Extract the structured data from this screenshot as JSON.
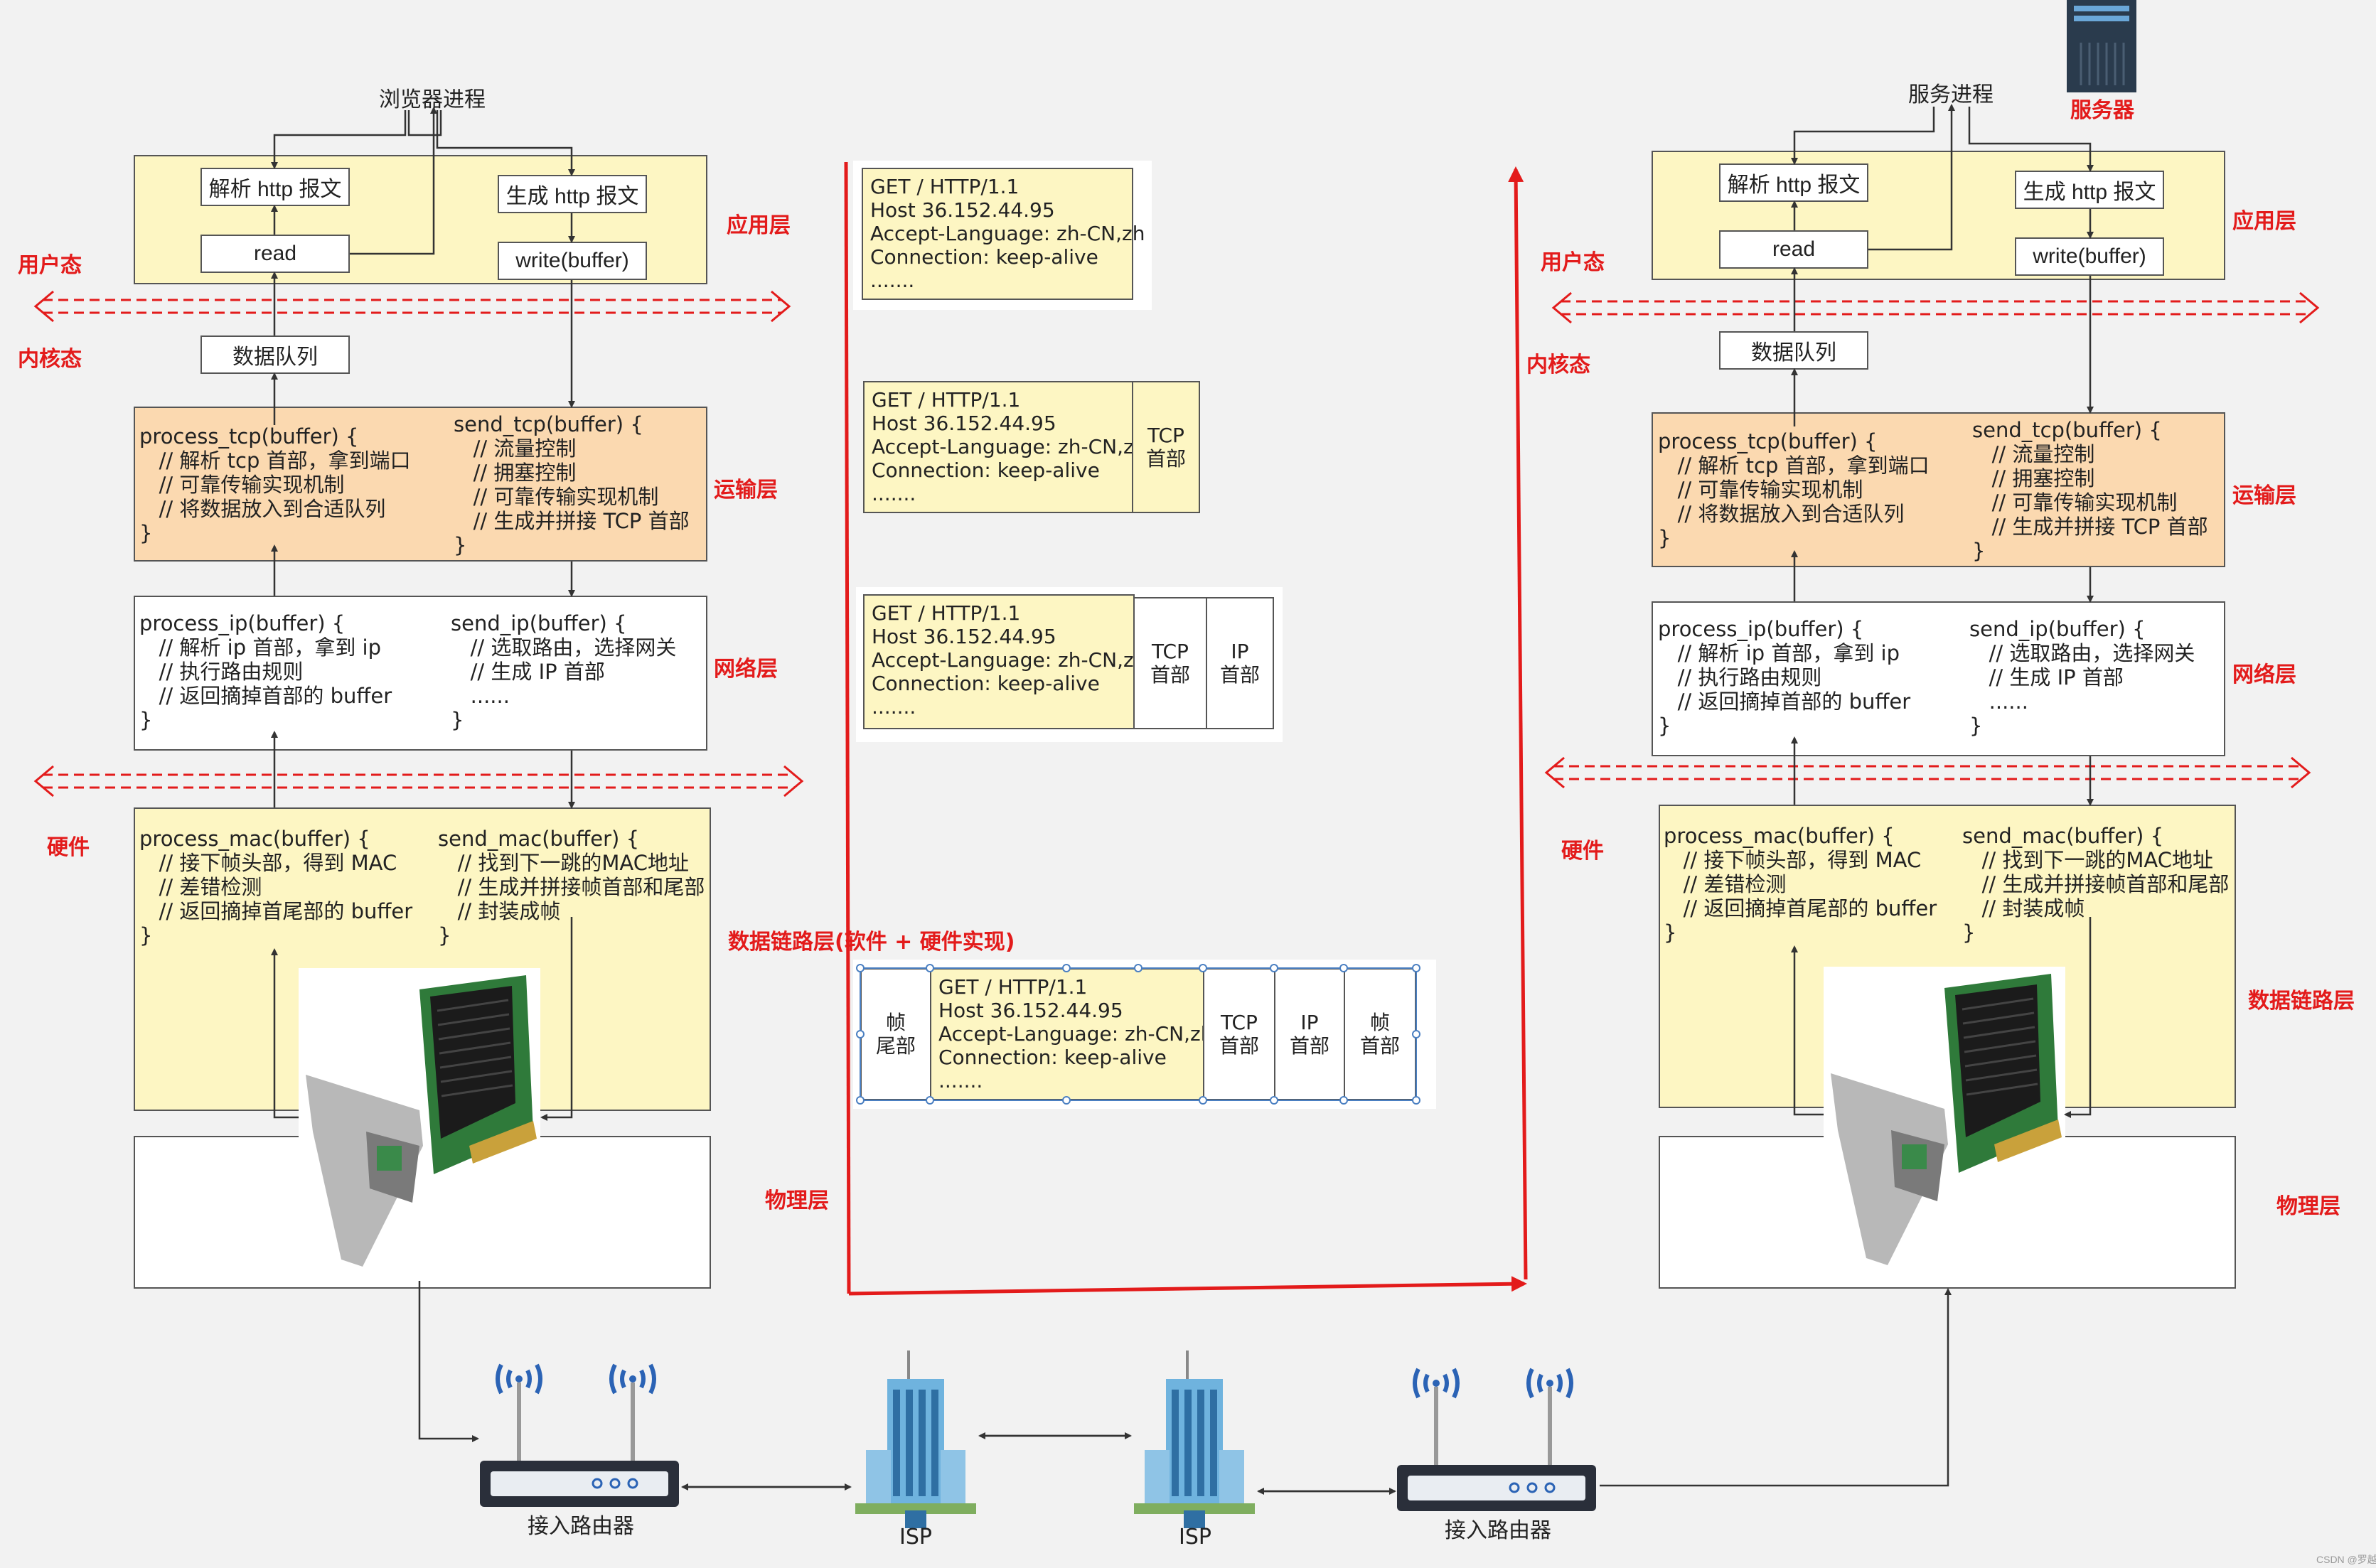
{
  "labels": {
    "user_mode": "用户态",
    "kernel_mode": "内核态",
    "hardware": "硬件",
    "app_layer": "应用层",
    "transport_layer": "运输层",
    "network_layer": "网络层",
    "datalink_layer_left": "数据链路层(软件 + 硬件实现)",
    "datalink_layer_right": "数据链路层",
    "physical_layer": "物理层",
    "server": "服务器",
    "watermark": "CSDN @罗越"
  },
  "left": {
    "process_title": "浏览器进程",
    "parse_http": "解析 http 报文",
    "gen_http": "生成 http 报文",
    "read": "read",
    "write": "write(buffer)",
    "data_queue": "数据队列",
    "tcp_recv": "process_tcp(buffer) {\n   // 解析 tcp 首部，拿到端口\n   // 可靠传输实现机制\n   // 将数据放入到合适队列\n}",
    "tcp_send": "send_tcp(buffer) {\n   // 流量控制\n   // 拥塞控制\n   // 可靠传输实现机制\n   // 生成并拼接 TCP 首部\n}",
    "ip_recv": "process_ip(buffer) {\n   // 解析 ip 首部，拿到 ip\n   // 执行路由规则\n   // 返回摘掉首部的 buffer\n}",
    "ip_send": "send_ip(buffer) {\n   // 选取路由，选择网关\n   // 生成 IP 首部\n   ......\n}",
    "mac_recv": "process_mac(buffer) {\n   // 接下帧头部，得到 MAC\n   // 差错检测\n   // 返回摘掉首尾部的 buffer\n}",
    "mac_send": "send_mac(buffer) {\n   // 找到下一跳的MAC地址\n   // 生成并拼接帧首部和尾部\n   // 封装成帧\n}"
  },
  "right": {
    "process_title": "服务进程",
    "parse_http": "解析 http 报文",
    "gen_http": "生成 http 报文",
    "read": "read",
    "write": "write(buffer)",
    "data_queue": "数据队列",
    "tcp_recv": "process_tcp(buffer) {\n   // 解析 tcp 首部，拿到端口\n   // 可靠传输实现机制\n   // 将数据放入到合适队列\n}",
    "tcp_send": "send_tcp(buffer) {\n   // 流量控制\n   // 拥塞控制\n   // 可靠传输实现机制\n   // 生成并拼接 TCP 首部\n}",
    "ip_recv": "process_ip(buffer) {\n   // 解析 ip 首部，拿到 ip\n   // 执行路由规则\n   // 返回摘掉首部的 buffer\n}",
    "ip_send": "send_ip(buffer) {\n   // 选取路由，选择网关\n   // 生成 IP 首部\n   ......\n}",
    "mac_recv": "process_mac(buffer) {\n   // 接下帧头部，得到 MAC\n   // 差错检测\n   // 返回摘掉首尾部的 buffer\n}",
    "mac_send": "send_mac(buffer) {\n   // 找到下一跳的MAC地址\n   // 生成并拼接帧首部和尾部\n   // 封装成帧\n}"
  },
  "packets": {
    "http_body": "GET / HTTP/1.1\nHost 36.152.44.95\nAccept-Language: zh-CN,zh\nConnection: keep-alive\n.......",
    "tcp_header": "TCP\n首部",
    "ip_header": "IP\n首部",
    "frame_header": "帧\n首部",
    "frame_trailer": "帧\n尾部"
  },
  "network": {
    "router_left": "接入路由器",
    "router_right": "接入路由器",
    "isp_left": "ISP",
    "isp_right": "ISP"
  }
}
